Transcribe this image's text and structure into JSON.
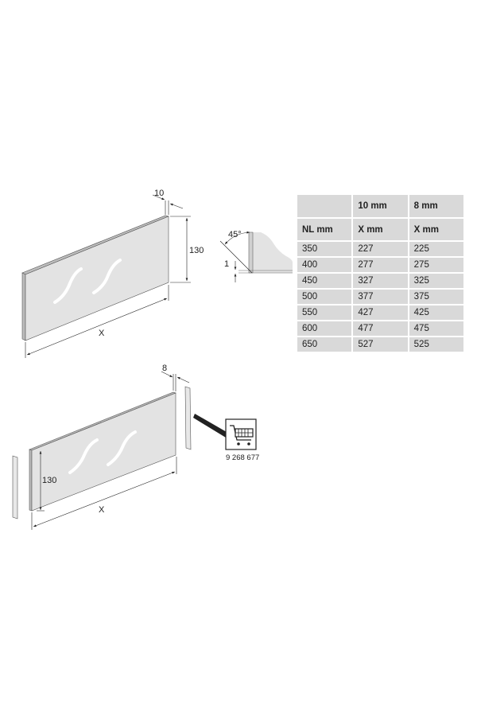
{
  "diagram_top": {
    "thickness": "10",
    "height": "130",
    "length": "X"
  },
  "detail": {
    "angle": "45°",
    "offset": "1"
  },
  "diagram_bottom": {
    "thickness": "8",
    "height": "130",
    "length": "X",
    "article_number": "9 268 677",
    "icon": "shopping-cart-icon"
  },
  "table": {
    "header_row1": [
      "",
      "10 mm",
      "8 mm"
    ],
    "header_row2": [
      "NL mm",
      "X mm",
      "X mm"
    ],
    "rows": [
      [
        "350",
        "227",
        "225"
      ],
      [
        "400",
        "277",
        "275"
      ],
      [
        "450",
        "327",
        "325"
      ],
      [
        "500",
        "377",
        "375"
      ],
      [
        "550",
        "427",
        "425"
      ],
      [
        "600",
        "477",
        "475"
      ],
      [
        "650",
        "527",
        "525"
      ]
    ]
  }
}
